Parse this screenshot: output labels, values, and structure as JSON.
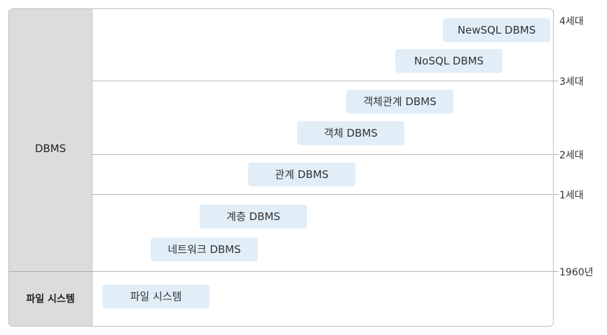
{
  "sidebar": {
    "dbms_label": "DBMS",
    "filesystem_label": "파일 시스템"
  },
  "entries": [
    {
      "label": "NewSQL DBMS"
    },
    {
      "label": "NoSQL DBMS"
    },
    {
      "label": "객체관계 DBMS"
    },
    {
      "label": "객체 DBMS"
    },
    {
      "label": "관계 DBMS"
    },
    {
      "label": "계층 DBMS"
    },
    {
      "label": "네트워크 DBMS"
    },
    {
      "label": "파일 시스템"
    }
  ],
  "generations": [
    {
      "label": "4세대"
    },
    {
      "label": "3세대"
    },
    {
      "label": "2세대"
    },
    {
      "label": "1세대"
    },
    {
      "label": "1960년"
    }
  ],
  "colors": {
    "sidebar_bg": "#dcdcdc",
    "box_bg": "#e1eef8",
    "border": "#bdbdbd"
  }
}
